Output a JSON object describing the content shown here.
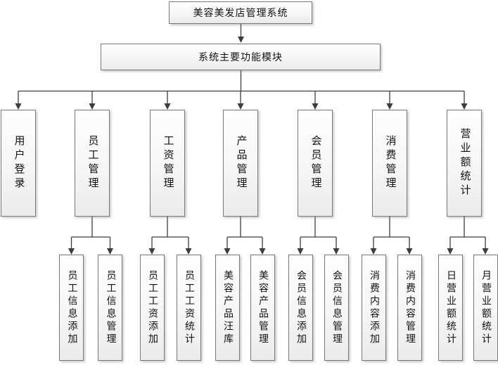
{
  "diagram": {
    "root": "美容美发店管理系统",
    "main": "系统主要功能模块",
    "modules": [
      {
        "label": "用户登录",
        "children": []
      },
      {
        "label": "员工管理",
        "children": [
          "员工信息添加",
          "员工信息管理"
        ]
      },
      {
        "label": "工资管理",
        "children": [
          "员工工资添加",
          "员工工资统计"
        ]
      },
      {
        "label": "产品管理",
        "children": [
          "美容产品汪库",
          "美容产品管理"
        ]
      },
      {
        "label": "会员管理",
        "children": [
          "会员信息添加",
          "会员信息管理"
        ]
      },
      {
        "label": "消费管理",
        "children": [
          "消费内容添加",
          "消费内容管理"
        ]
      },
      {
        "label": "营业额统计",
        "children": [
          "日营业额统计",
          "月营业额统计"
        ]
      }
    ],
    "colors": {
      "background": "#ffffff",
      "box_border": "#787878",
      "box_fill_top": "#fefefe",
      "box_fill_bottom": "#ebebeb",
      "connector": "#3d3d3d",
      "text": "#111111"
    }
  }
}
